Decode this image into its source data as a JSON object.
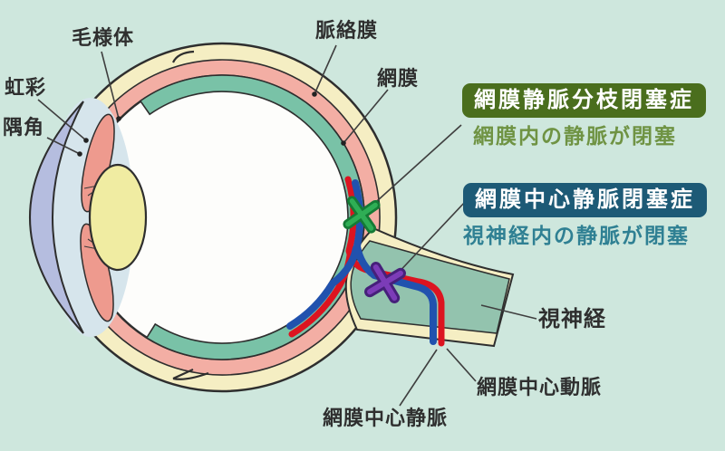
{
  "anatomy_labels": {
    "ciliary_body": "毛様体",
    "iris": "虹彩",
    "angle": "隅角",
    "choroid": "脈絡膜",
    "retina": "網膜",
    "optic_nerve": "視神経",
    "central_retinal_artery": "網膜中心動脈",
    "central_retinal_vein": "網膜中心静脈"
  },
  "callouts": {
    "branch_occlusion": {
      "title": "網膜静脈分枝閉塞症",
      "description": "網膜内の静脈が閉塞",
      "title_bg_color": "#4a6e1d",
      "title_text_color": "#ffffff",
      "description_color": "#6f9343",
      "marker": "x-mark-green",
      "marker_color": "#2fae55"
    },
    "central_occlusion": {
      "title": "網膜中心静脈閉塞症",
      "description": "視神経内の静脈が閉塞",
      "title_bg_color": "#1d5a76",
      "title_text_color": "#ffffff",
      "description_color": "#2f8093",
      "marker": "x-mark-purple",
      "marker_color": "#7c3cb8"
    }
  },
  "diagram_colors": {
    "background": "#cee7dd",
    "sclera_cream": "#f5eec3",
    "choroid_pink": "#f3aea4",
    "retina_teal": "#79c2a7",
    "optic_nerve_core": "#93c3ae",
    "vitreous_white": "#fdfdfb",
    "cornea_lavender": "#b5bddf",
    "anterior_chamber": "#d6e5ec",
    "iris_pink": "#ee9a8e",
    "lens_yellow": "#f0eca2",
    "artery_red": "#dc1420",
    "vein_blue": "#2152ae",
    "outline": "#2e2e2e"
  }
}
